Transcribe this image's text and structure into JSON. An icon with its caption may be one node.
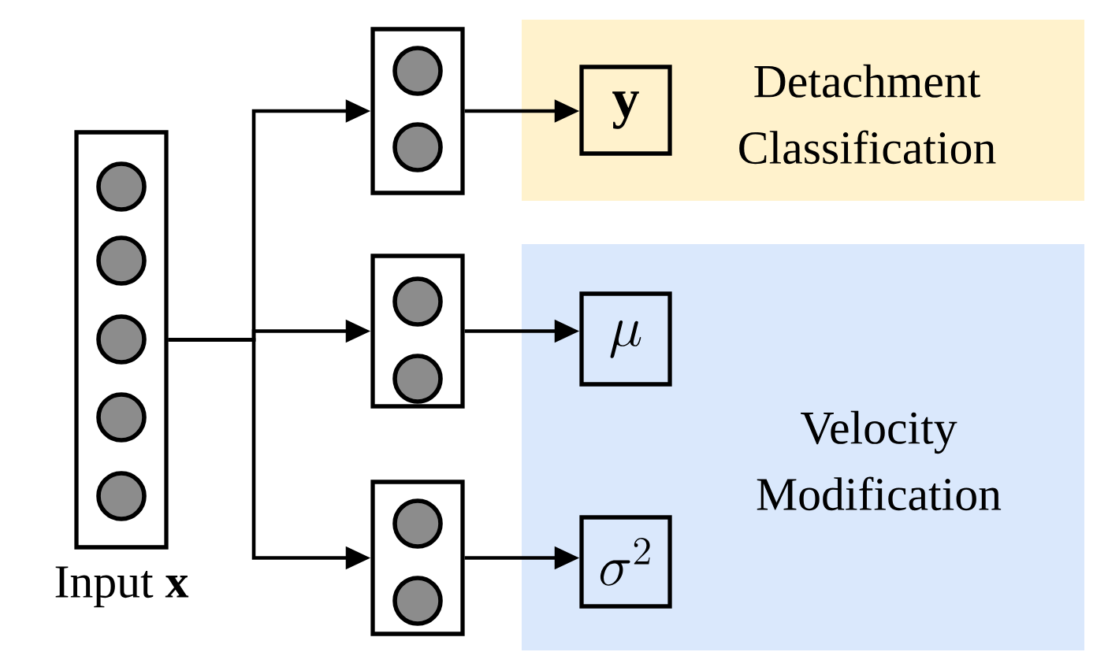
{
  "diagram": {
    "nodes": [
      {
        "text": [
          "Detachment Classification"
        ]
      },
      {
        "text": [
          "Velocity Modification"
        ]
      },
      {
        "text": [
          "Input **x**"
        ]
      },
      {
        "text": [],
        "shape": "box"
      },
      {
        "text": [],
        "shape": "box"
      },
      {
        "text": [],
        "shape": "box"
      },
      {
        "text": [
          "\\mathbf{y}"
        ],
        "in": 0
      },
      {
        "text": [
          "\\mu"
        ],
        "in": 1
      },
      {
        "text": [
          "\\sigma^2"
        ],
        "in": 1
      }
    ],
    "edges": [
      {
        "from": 2,
        "to": 3,
        "arrow": "to"
      },
      {
        "from": 2,
        "to": 4,
        "arrow": "to"
      },
      {
        "from": 2,
        "to": 5,
        "arrow": "to"
      },
      {
        "from": 3,
        "to": 6,
        "arrow": "to"
      },
      {
        "from": 4,
        "to": 7,
        "arrow": "to"
      },
      {
        "from": 5,
        "to": 8,
        "arrow": "to"
      }
    ]
  }
}
